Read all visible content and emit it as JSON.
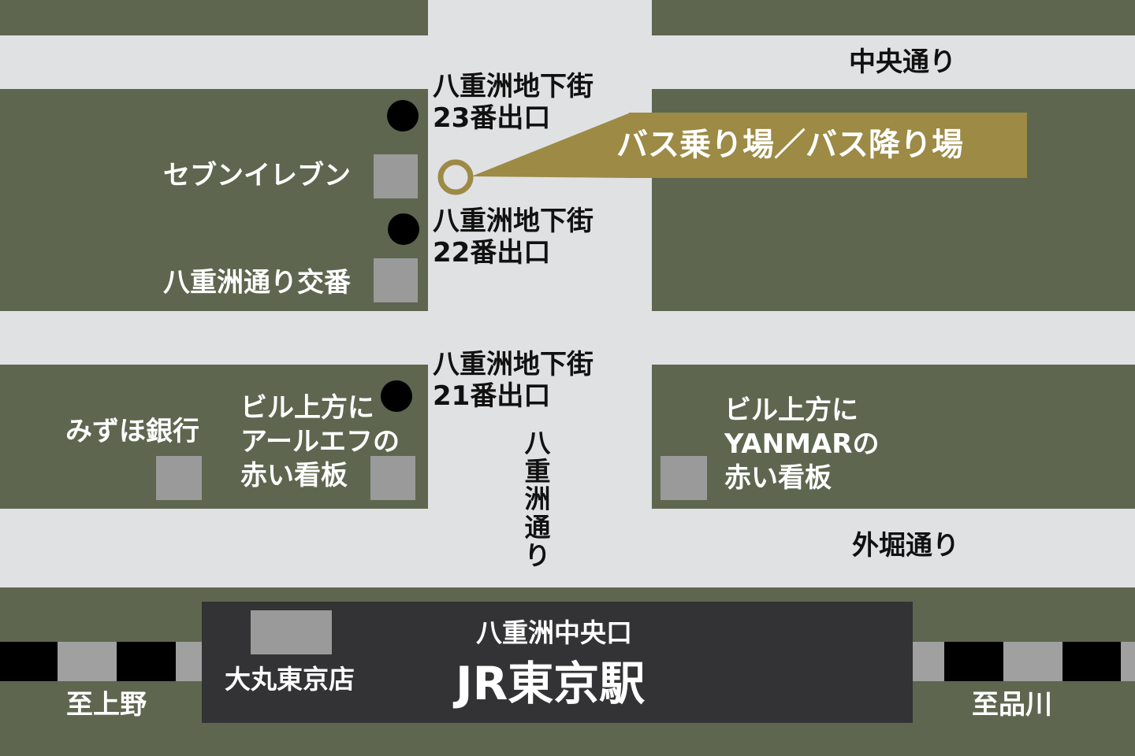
{
  "colors": {
    "background": "#5e664f",
    "road": "#e0e1e3",
    "landmark": "#9a9a9a",
    "accent": "#9c8a45",
    "station": "#333335",
    "exit_marker": "#000000"
  },
  "streets": {
    "chuo_dori": "中央通り",
    "sotobori_dori": "外堀通り",
    "yaesu_dori": "八重洲通り"
  },
  "exits": {
    "exit_23": {
      "line1": "八重洲地下街",
      "line2": "23番出口"
    },
    "exit_22": {
      "line1": "八重洲地下街",
      "line2": "22番出口"
    },
    "exit_21": {
      "line1": "八重洲地下街",
      "line2": "21番出口"
    }
  },
  "bus_stop": {
    "label": "バス乗り場／バス降り場"
  },
  "landmarks": {
    "seven_eleven": "セブンイレブン",
    "police_box": "八重洲通り交番",
    "mizuho_bank": "みずほ銀行",
    "rf_sign": {
      "line1": "ビル上方に",
      "line2": "アールエフの",
      "line3": "赤い看板"
    },
    "yanmar_sign": {
      "line1": "ビル上方に",
      "line2": "YANMARの",
      "line3": "赤い看板"
    },
    "daimaru": "大丸東京店"
  },
  "station": {
    "exit_name": "八重洲中央口",
    "name": "JR東京駅"
  },
  "directions": {
    "to_ueno": "至上野",
    "to_shinagawa": "至品川"
  }
}
